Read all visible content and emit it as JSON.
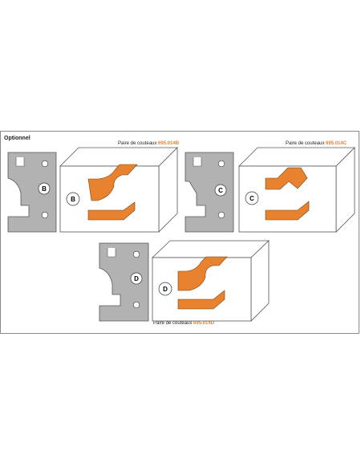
{
  "section_label": "Optionnel",
  "colors": {
    "orange": "#e8822e",
    "knife_grey": "#b2b2b2",
    "outline": "#444444"
  },
  "captions": [
    {
      "prefix": "Paire de couteaux",
      "code": "695.014B"
    },
    {
      "prefix": "Paire de couteaux",
      "code": "695.014C"
    },
    {
      "prefix": "Paire de couteaux",
      "code": "695.014D"
    }
  ],
  "profiles": [
    {
      "letter": "B"
    },
    {
      "letter": "C"
    },
    {
      "letter": "D"
    }
  ]
}
